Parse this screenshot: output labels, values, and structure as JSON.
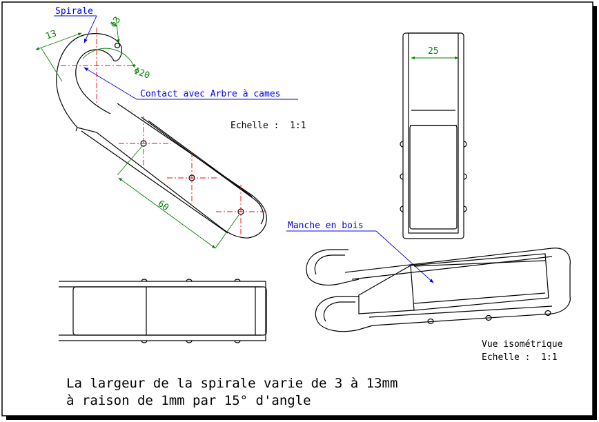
{
  "annotations": {
    "spirale": "Spirale",
    "contact": "Contact avec Arbre à cames",
    "manche": "Manche en bois",
    "echelle_main": "Echelle :  1:1",
    "vue_iso": "Vue isométrique",
    "echelle_iso": "Echelle :  1:1"
  },
  "dimensions": {
    "d13": "13",
    "phi3": "Φ3",
    "phi20": "Φ20",
    "d60": "60",
    "d25": "25"
  },
  "notes": {
    "line1": "La largeur de la spirale varie de 3 à 13mm",
    "line2": "à raison de 1mm par 15° d'angle"
  },
  "colors": {
    "outline": "#000000",
    "dimension": "#008000",
    "label": "#0000ff",
    "centerline": "#ff0000"
  }
}
